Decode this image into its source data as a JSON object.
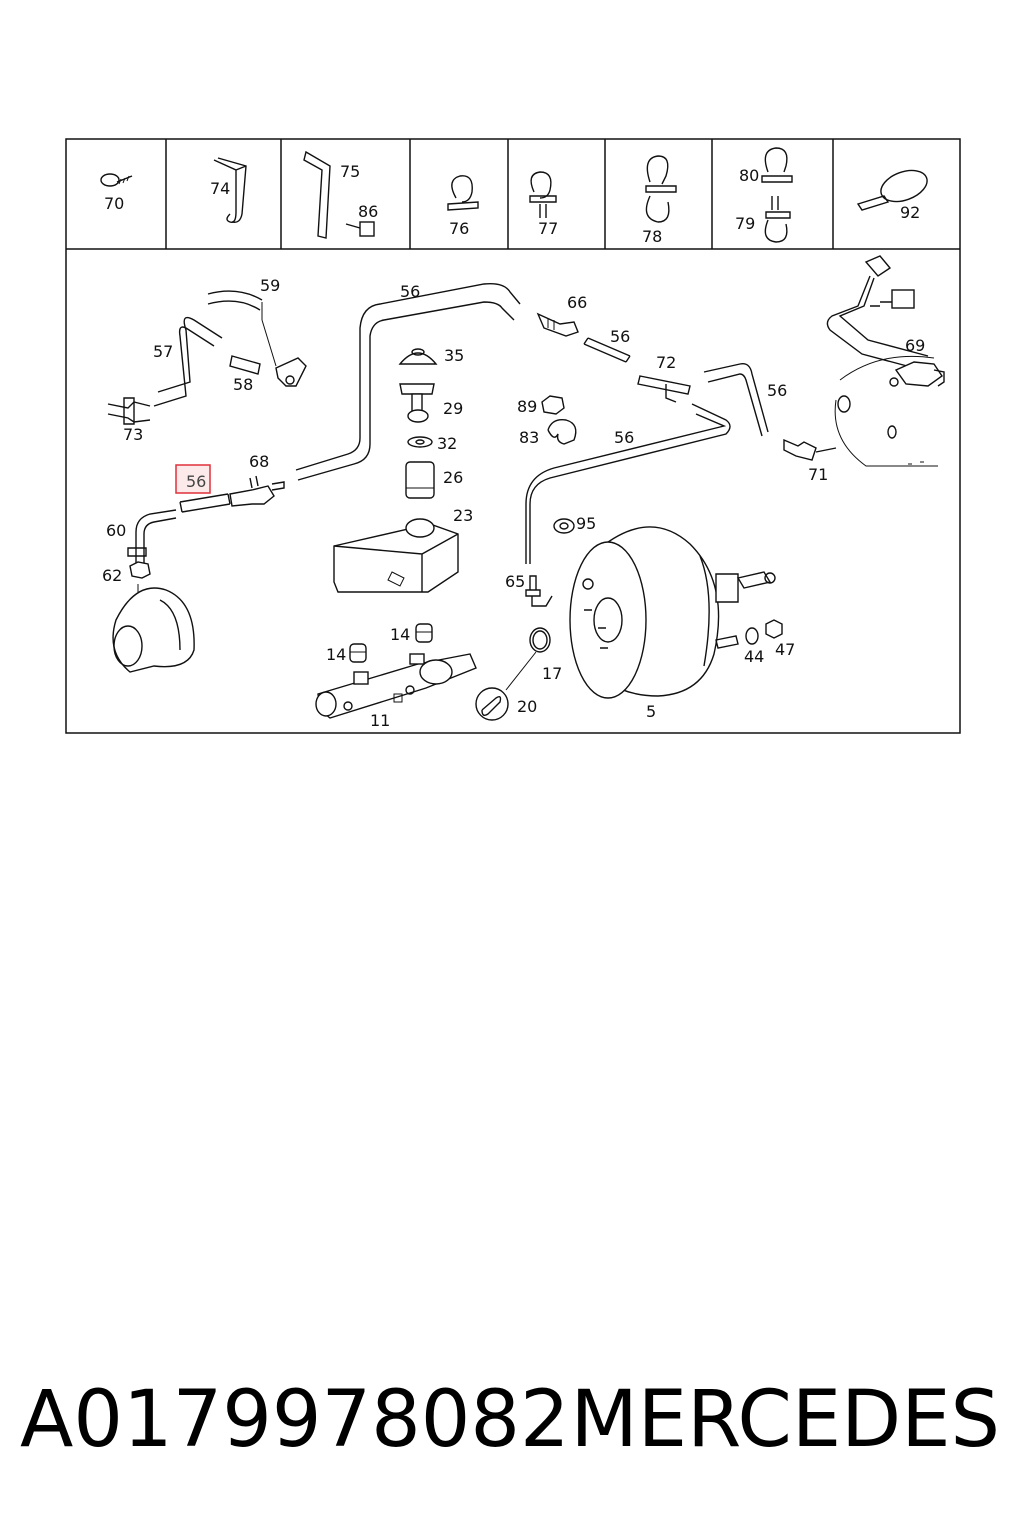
{
  "header_labels": {
    "p70": "70",
    "p74": "74",
    "p75": "75",
    "p86": "86",
    "p76": "76",
    "p77": "77",
    "p78": "78",
    "p80": "80",
    "p79": "79",
    "p92": "92"
  },
  "labels": {
    "p59": "59",
    "p56a": "56",
    "p66": "66",
    "p56b": "56",
    "p57": "57",
    "p35": "35",
    "p58": "58",
    "p72": "72",
    "p69": "69",
    "p73": "73",
    "p29": "29",
    "p89": "89",
    "p56c": "56",
    "p83": "83",
    "p56d": "56",
    "p32": "32",
    "p71": "71",
    "p68": "68",
    "p26": "26",
    "p56e": "56",
    "p23": "23",
    "p95": "95",
    "p60": "60",
    "p62": "62",
    "p65": "65",
    "p14a": "14",
    "p14b": "14",
    "p44": "44",
    "p47": "47",
    "p17": "17",
    "p20": "20",
    "p11": "11",
    "p5": "5"
  },
  "highlight": {
    "color": "#e0303a"
  },
  "caption": {
    "part_number": "A0179978082",
    "brand": "MERCEDES"
  }
}
